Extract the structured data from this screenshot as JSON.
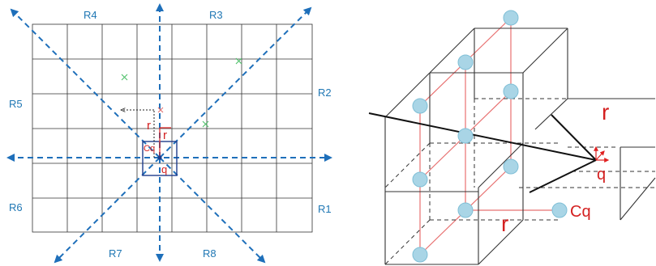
{
  "colors": {
    "grid": "#333333",
    "axis_blue": "#1e6fba",
    "red": "#e02020",
    "red_line": "#e87070",
    "sphere_fill": "#a9d5e6",
    "sphere_stroke": "#6fb6d2",
    "green_mark": "#4fc06a"
  },
  "left_panel": {
    "region_labels": {
      "R1": "R1",
      "R2": "R2",
      "R3": "R3",
      "R4": "R4",
      "R5": "R5",
      "R6": "R6",
      "R7": "R7",
      "R8": "R8"
    },
    "radius_label_1": "r",
    "radius_label_2": "r",
    "center_label": "Cq",
    "query_label": "q"
  },
  "right_panel": {
    "radius_label_top": "r",
    "radius_label_bottom": "r",
    "query_label": "q",
    "center_label": "Cq"
  }
}
